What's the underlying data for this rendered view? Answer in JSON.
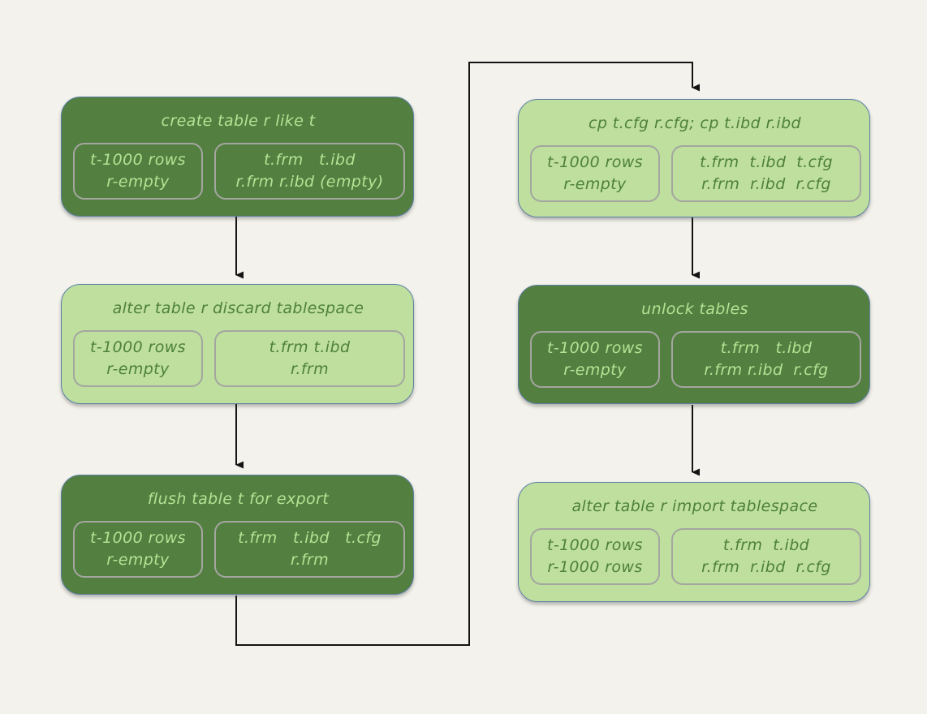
{
  "diagram": {
    "background": "#f3f2ec",
    "colors": {
      "node_dark_fill": "#537f40",
      "node_light_fill": "#bedf9e",
      "node_border": "#5d80a4",
      "text_on_dark": "#b6e294",
      "text_on_light": "#4e8138",
      "subbox_border": "#a4a6a0",
      "arrow": "#141414"
    },
    "nodes": [
      {
        "id": "create-table",
        "variant": "dark",
        "title": "create table r like t",
        "rows_line1": "t-1000 rows",
        "rows_line2": "r-empty",
        "files_line1": "t.frm   t.ibd",
        "files_line2": "r.frm r.ibd (empty)"
      },
      {
        "id": "discard-tablespace",
        "variant": "light",
        "title": "alter table r discard tablespace",
        "rows_line1": "t-1000 rows",
        "rows_line2": "r-empty",
        "files_line1": "t.frm t.ibd",
        "files_line2": "r.frm"
      },
      {
        "id": "flush-table",
        "variant": "dark",
        "title": "flush table t for export",
        "rows_line1": "t-1000 rows",
        "rows_line2": "r-empty",
        "files_line1": "t.frm   t.ibd   t.cfg",
        "files_line2": "r.frm"
      },
      {
        "id": "cp-files",
        "variant": "light",
        "title": "cp t.cfg r.cfg; cp t.ibd r.ibd",
        "rows_line1": "t-1000 rows",
        "rows_line2": "r-empty",
        "files_line1": "t.frm  t.ibd  t.cfg",
        "files_line2": "r.frm  r.ibd  r.cfg"
      },
      {
        "id": "unlock-tables",
        "variant": "dark",
        "title": "unlock tables",
        "rows_line1": "t-1000 rows",
        "rows_line2": "r-empty",
        "files_line1": "t.frm   t.ibd",
        "files_line2": "r.frm r.ibd  r.cfg"
      },
      {
        "id": "import-tablespace",
        "variant": "light",
        "title": "alter table r import tablespace",
        "rows_line1": "t-1000 rows",
        "rows_line2": "r-1000 rows",
        "files_line1": "t.frm  t.ibd",
        "files_line2": "r.frm  r.ibd  r.cfg"
      }
    ],
    "edges": [
      {
        "from": "create-table",
        "to": "discard-tablespace"
      },
      {
        "from": "discard-tablespace",
        "to": "flush-table"
      },
      {
        "from": "flush-table",
        "to": "cp-files"
      },
      {
        "from": "cp-files",
        "to": "unlock-tables"
      },
      {
        "from": "unlock-tables",
        "to": "import-tablespace"
      }
    ]
  }
}
